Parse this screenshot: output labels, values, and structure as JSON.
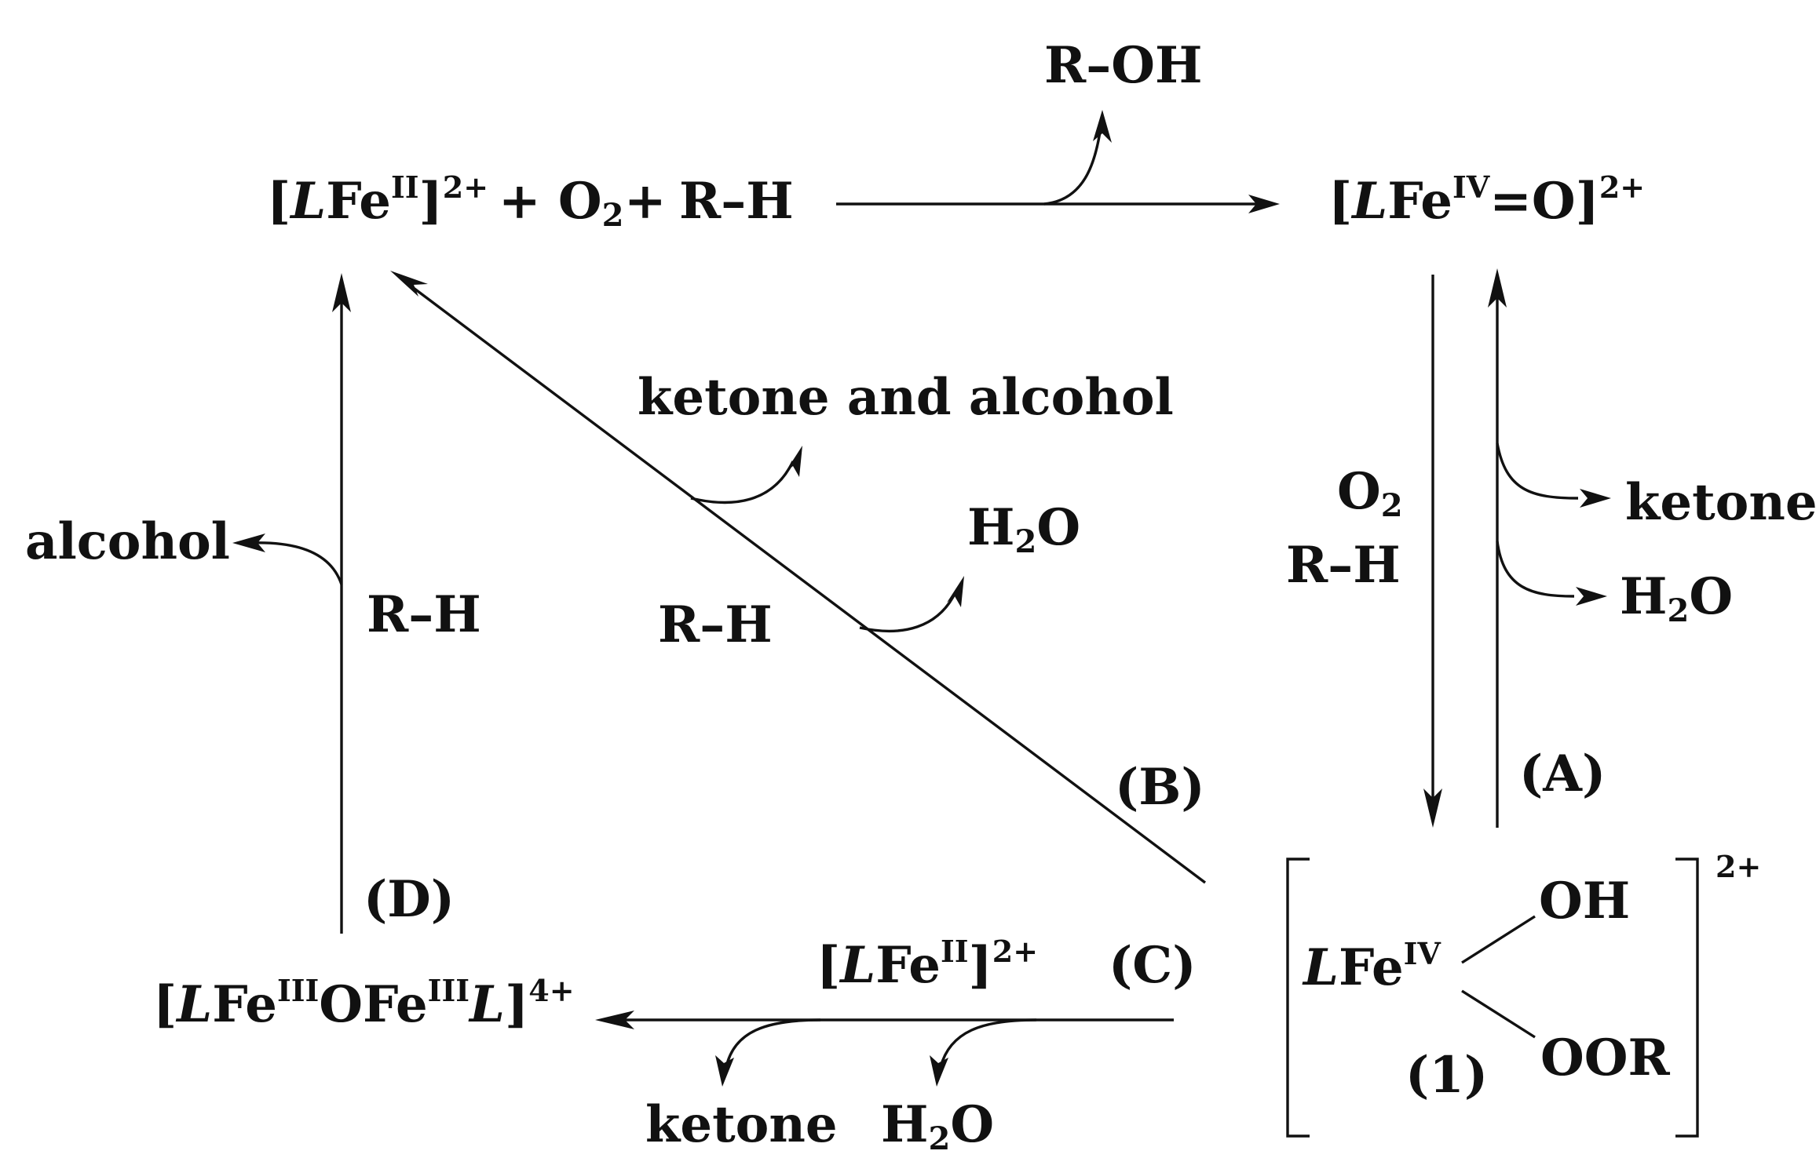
{
  "species": {
    "fe2": {
      "open": "[",
      "L": "L",
      "fe": "Fe",
      "ox": "II",
      "close": "]",
      "charge": "2+"
    },
    "reactants": {
      "plus1": "+ O",
      "o2sub": "2",
      "plus2": "+",
      "rh": "R–H"
    },
    "feo": {
      "open": "[",
      "L": "L",
      "fe": "Fe",
      "ox": "IV",
      "mid": "=O]",
      "charge": "2+"
    },
    "dimer": {
      "open": "[",
      "L1": "L",
      "fe1": "Fe",
      "ox1": "III",
      "mid": "OFe",
      "ox2": "III",
      "L2": "L",
      "close": "]",
      "charge": "4+"
    },
    "intermediate": {
      "L": "L",
      "fe": "Fe",
      "ox": "IV",
      "oh": "OH",
      "oor": "OOR",
      "label": "(1)",
      "charge": "2+"
    }
  },
  "labels": {
    "roh": "R–OH",
    "ketone_and_alcohol": "ketone and alcohol",
    "h2o_b": {
      "h": "H",
      "sub": "2",
      "o": "O"
    },
    "rh_b": "R–H",
    "b": "(B)",
    "alcohol": "alcohol",
    "rh_d": "R–H",
    "d": "(D)",
    "o2_a": {
      "o": "O",
      "sub": "2"
    },
    "rh_a": "R–H",
    "ketone_a": "ketone",
    "h2o_a": {
      "h": "H",
      "sub": "2",
      "o": "O"
    },
    "a": "(A)",
    "c": "(C)",
    "fe2_c": {
      "open": "[",
      "L": "L",
      "fe": "Fe",
      "ox": "II",
      "close": "]",
      "charge": "2+"
    },
    "ketone_c": "ketone",
    "h2o_c": {
      "h": "H",
      "sub": "2",
      "o": "O"
    }
  }
}
